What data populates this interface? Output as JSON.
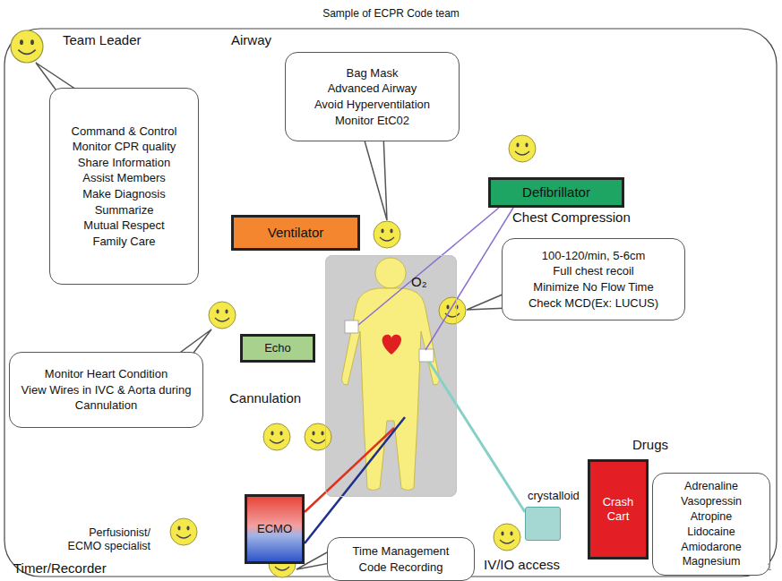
{
  "diagram": {
    "title": "Sample of ECPR Code team",
    "nodes": [
      {
        "text": [
          "Command & Control",
          "Monitor CPR quality",
          "Share Information",
          "Assist Members",
          "Make Diagnosis",
          "Summarize",
          "Mutual Respect",
          "Family Care"
        ]
      },
      {
        "text": [
          "Bag Mask",
          "Advanced Airway",
          "Avoid Hyperventilation",
          "Monitor EtC02"
        ]
      },
      {
        "text": [
          "Ventilator"
        ]
      },
      {
        "text": [
          "Defibrillator"
        ]
      },
      {
        "text": [
          "100-120/min, 5-6cm",
          "Full chest recoil",
          "Minimize No Flow Time",
          "Check MCD(Ex: LUCUS)"
        ]
      },
      {
        "text": [
          "Echo"
        ]
      },
      {
        "text": [
          "O₂"
        ]
      },
      {
        "text": [
          "Monitor Heart Condition",
          "View Wires in IVC & Aorta during Cannulation"
        ]
      },
      {
        "text": [
          "ECMO"
        ]
      },
      {
        "text": [
          "crystalloid"
        ]
      },
      {
        "text": [
          "Crash Cart"
        ]
      },
      {
        "text": [
          "Adrenaline",
          "Vasopressin",
          "Atropine",
          "Lidocaine",
          "Amiodarone",
          "Magnesium"
        ]
      },
      {
        "text": [
          "Time Management",
          "Code Recording"
        ]
      }
    ],
    "edges": [
      {
        "from": 3,
        "to": 6,
        "arrow": "none"
      },
      {
        "from": 3,
        "to": 6,
        "arrow": "none"
      },
      {
        "from": 8,
        "to": 6,
        "arrow": "none"
      },
      {
        "from": 8,
        "to": 6,
        "arrow": "none"
      },
      {
        "from": 9,
        "to": 6,
        "arrow": "none"
      }
    ],
    "labels": [
      "Team Leader",
      "Airway",
      "Chest Compression",
      "Cannulation",
      "Perfusionist/ ECMO specialist",
      "IV/IO access",
      "Drugs",
      "Timer/Recorder",
      "1"
    ]
  }
}
